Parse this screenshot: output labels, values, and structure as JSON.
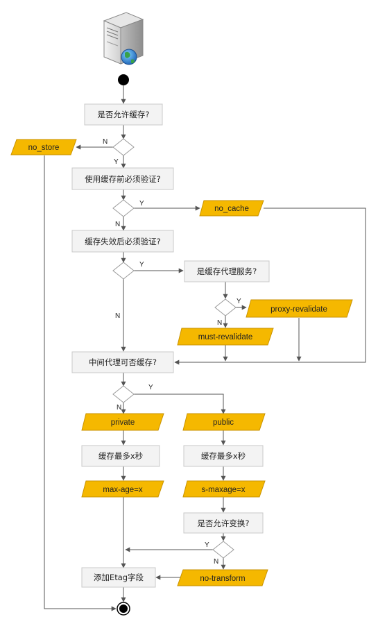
{
  "colors": {
    "parallelogram_fill": "#F5B800",
    "parallelogram_stroke": "#C89200",
    "box_fill": "#F3F3F3",
    "box_stroke": "#C8C8C8",
    "line": "#555555"
  },
  "nodes": {
    "q_allow_cache": "是否允许缓存?",
    "no_store": "no_store",
    "q_validate_before_use": "使用缓存前必须验证?",
    "no_cache": "no_cache",
    "q_validate_after_expire": "缓存失效后必须验证?",
    "q_proxy_service": "是缓存代理服务?",
    "proxy_revalidate": "proxy-revalidate",
    "must_revalidate": "must-revalidate",
    "q_intermediate_proxy": "中间代理可否缓存?",
    "private": "private",
    "public": "public",
    "cache_max_left": "缓存最多x秒",
    "cache_max_right": "缓存最多x秒",
    "max_age": "max-age=x",
    "s_maxage": "s-maxage=x",
    "q_allow_transform": "是否允许变换?",
    "no_transform": "no-transform",
    "add_etag": "添加Etag字段"
  },
  "labels": {
    "yes": "Y",
    "no": "N"
  },
  "icons": {
    "start": "server-globe-icon"
  }
}
